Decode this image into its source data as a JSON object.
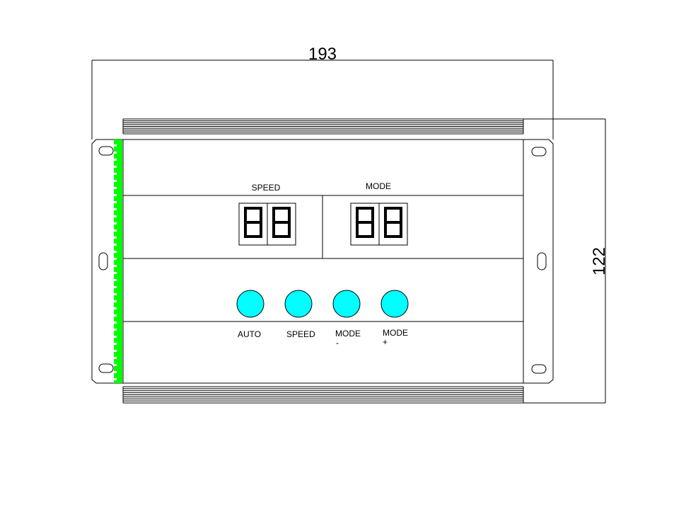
{
  "dimensions": {
    "width": "193",
    "height": "122"
  },
  "displays": {
    "speed_label": "SPEED",
    "mode_label": "MODE",
    "speed_value": "88",
    "mode_value": "88"
  },
  "buttons": [
    {
      "line1": "AUTO",
      "line2": ""
    },
    {
      "line1": "SPEED",
      "line2": ""
    },
    {
      "line1": "MODE",
      "line2": "-"
    },
    {
      "line1": "MODE",
      "line2": "+"
    }
  ],
  "colors": {
    "button_fill": "#00ffff",
    "rail_color": "#00ff00",
    "line_color": "#000000"
  },
  "icons": [
    "mounting-slot-icon",
    "seven-segment-digit-icon"
  ]
}
